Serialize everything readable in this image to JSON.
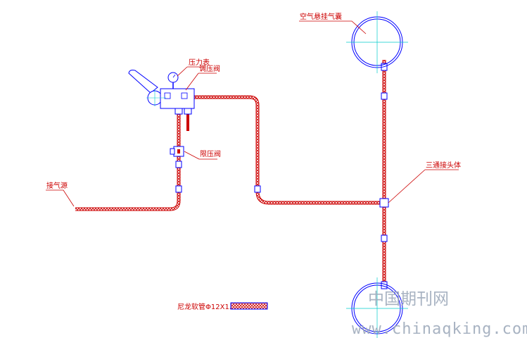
{
  "labels": {
    "air_supply": "接气源",
    "pressure_gauge": "压力表",
    "regulator_valve": "调压阀",
    "relief_valve": "限压阀",
    "air_bag": "空气悬挂气囊",
    "tee_joint": "三通接头体"
  },
  "legend": {
    "label": "尼龙软管Φ12X1.5："
  },
  "watermark": {
    "chinese": "中国期刊网",
    "url": "www.chinaqking.com"
  },
  "colors": {
    "pipe": "#cc0000",
    "component": "#0000ff",
    "centerline": "#00cccc",
    "leader": "#cc0000"
  }
}
